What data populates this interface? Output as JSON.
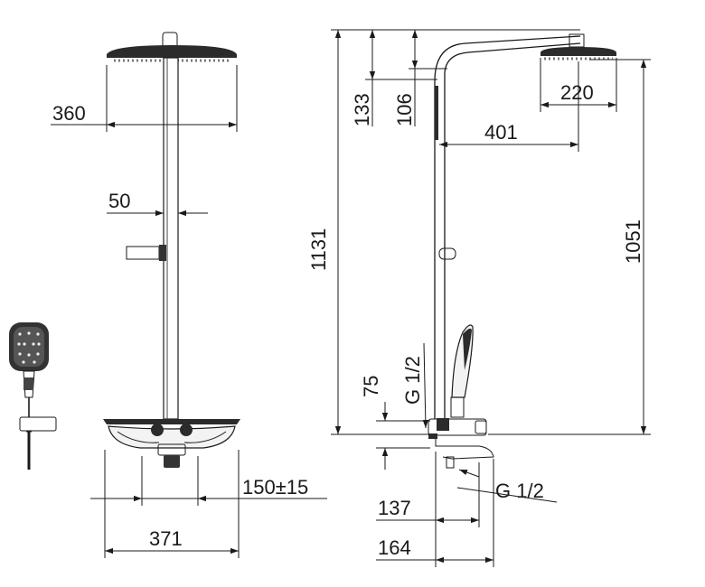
{
  "colors": {
    "ink": "#1a1a1a",
    "background": "#ffffff",
    "fill": "#2b2b2b"
  },
  "front_view": {
    "head_width": "360",
    "pipe_diameter": "50",
    "inlet_spacing": "150±15",
    "shelf_width": "371"
  },
  "side_view": {
    "total_height": "1131",
    "head_height_left": "133",
    "head_height_right": "106",
    "arm_projection": "401",
    "head_diameter": "220",
    "height_to_head": "1051",
    "connection_offset": "75",
    "thread_upper": "G 1/2",
    "thread_lower": "G 1/2",
    "spout_projection": "137",
    "total_depth": "164"
  }
}
